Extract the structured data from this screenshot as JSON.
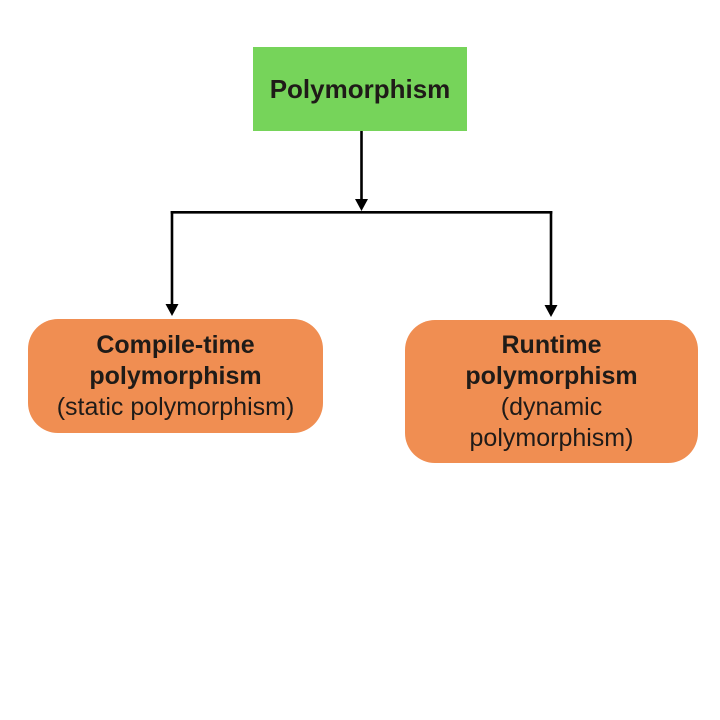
{
  "colors": {
    "background": "#ffffff",
    "root_bg": "#76d45a",
    "child_bg": "#f08e52",
    "line": "#000000",
    "text": "#1f1b18"
  },
  "nodes": {
    "root": {
      "label": "Polymorphism"
    },
    "left": {
      "title_lines": [
        "Compile-time",
        "polymorphism"
      ],
      "subtitle_lines": [
        "(static polymorphism)"
      ]
    },
    "right": {
      "title_lines": [
        "Runtime",
        "polymorphism"
      ],
      "subtitle_lines": [
        "(dynamic",
        "polymorphism)"
      ]
    }
  }
}
